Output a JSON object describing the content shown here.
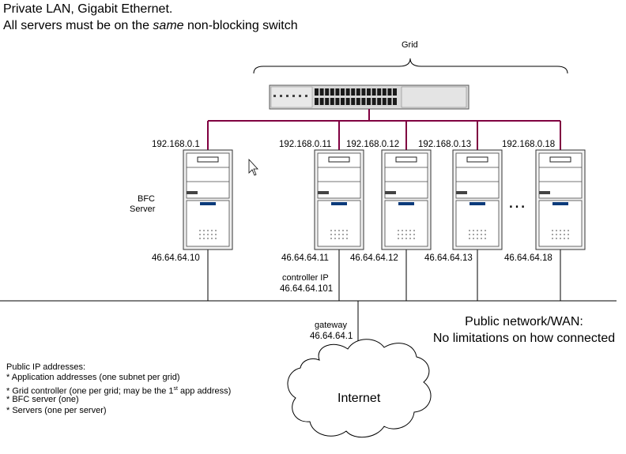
{
  "header": {
    "line1": "Private LAN, Gigabit Ethernet.",
    "line2_before": "All servers must be on the ",
    "line2_emph": "same",
    "line2_after": " non-blocking switch"
  },
  "grid_label": "Grid",
  "bfc": {
    "label_line1": "BFC",
    "label_line2": "Server",
    "private_ip": "192.168.0.1",
    "public_ip": "46.64.64.10"
  },
  "grid_servers": [
    {
      "private_ip": "192.168.0.11",
      "public_ip": "46.64.64.11"
    },
    {
      "private_ip": "192.168.0.12",
      "public_ip": "46.64.64.12"
    },
    {
      "private_ip": "192.168.0.13",
      "public_ip": "46.64.64.13"
    },
    {
      "private_ip": "192.168.0.18",
      "public_ip": "46.64.64.18"
    }
  ],
  "ellipsis": "…",
  "controller": {
    "label": "controller IP",
    "ip": "46.64.64.101"
  },
  "gateway": {
    "label": "gateway",
    "ip": "46.64.64.1"
  },
  "wan": {
    "line1": "Public network/WAN:",
    "line2": "No limitations on how connected"
  },
  "internet_label": "Internet",
  "notes": {
    "title": "Public IP addresses:",
    "item1": "* Application addresses (one subnet per grid)",
    "item2_before": "* Grid controller (one per grid; may be the 1",
    "item2_sup": "st",
    "item2_after": " app  address)",
    "item3": "* BFC server (one)",
    "item4": "* Servers (one per server)"
  },
  "colors": {
    "private_lan": "#800040",
    "public_lan": "#000000"
  }
}
